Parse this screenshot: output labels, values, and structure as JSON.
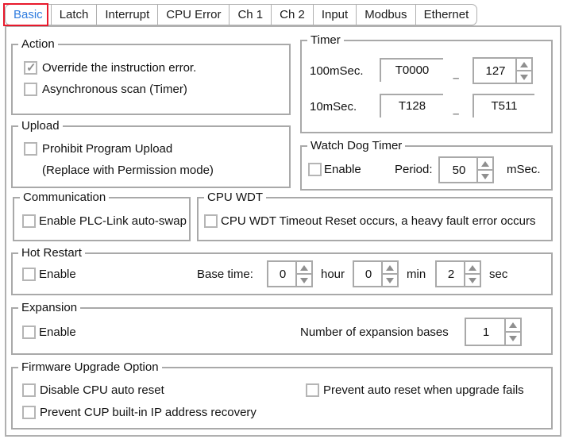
{
  "tabs": {
    "items": [
      "Basic",
      "Latch",
      "Interrupt",
      "CPU Error",
      "Ch 1",
      "Ch 2",
      "Input",
      "Modbus",
      "Ethernet"
    ],
    "selected": "Basic"
  },
  "colors": {
    "selected_tab_blue": "#2f7cdf",
    "annotation_red": "#e8192c",
    "border_gray": "#a9a9a9"
  },
  "groups": {
    "action": {
      "legend": "Action",
      "override": {
        "label": "Override the instruction error.",
        "checked": true
      },
      "async_scan": {
        "label": "Asynchronous scan (Timer)",
        "checked": false
      }
    },
    "timer": {
      "legend": "Timer",
      "separator": "–",
      "rows": [
        {
          "label": "100mSec.",
          "start": "T0000",
          "end": "127"
        },
        {
          "label": "10mSec.",
          "start": "T128",
          "end": "T511"
        }
      ]
    },
    "upload": {
      "legend": "Upload",
      "prohibit": {
        "label": "Prohibit Program Upload",
        "checked": false
      },
      "note": "(Replace with Permission mode)"
    },
    "watchdog": {
      "legend": "Watch Dog Timer",
      "enable": {
        "label": "Enable",
        "checked": false
      },
      "period_label": "Period:",
      "period_value": "50",
      "unit": "mSec."
    },
    "communication": {
      "legend": "Communication",
      "plc_link": {
        "label": "Enable PLC-Link auto-swap",
        "checked": false
      }
    },
    "cpu_wdt": {
      "legend": "CPU WDT",
      "timeout": {
        "label": "CPU WDT Timeout Reset occurs, a heavy fault error occurs",
        "checked": false
      }
    },
    "hot_restart": {
      "legend": "Hot Restart",
      "enable": {
        "label": "Enable",
        "checked": false
      },
      "base_time_label": "Base time:",
      "fields": [
        {
          "value": "0",
          "unit": "hour"
        },
        {
          "value": "0",
          "unit": "min"
        },
        {
          "value": "2",
          "unit": "sec"
        }
      ]
    },
    "expansion": {
      "legend": "Expansion",
      "enable": {
        "label": "Enable",
        "checked": false
      },
      "bases_label": "Number of expansion bases",
      "bases_value": "1"
    },
    "firmware": {
      "legend": "Firmware Upgrade Option",
      "options": [
        {
          "label": "Disable CPU auto reset",
          "checked": false
        },
        {
          "label": "Prevent auto reset when upgrade fails",
          "checked": false
        },
        {
          "label": "Prevent CUP built-in IP address recovery",
          "checked": false
        }
      ]
    }
  }
}
